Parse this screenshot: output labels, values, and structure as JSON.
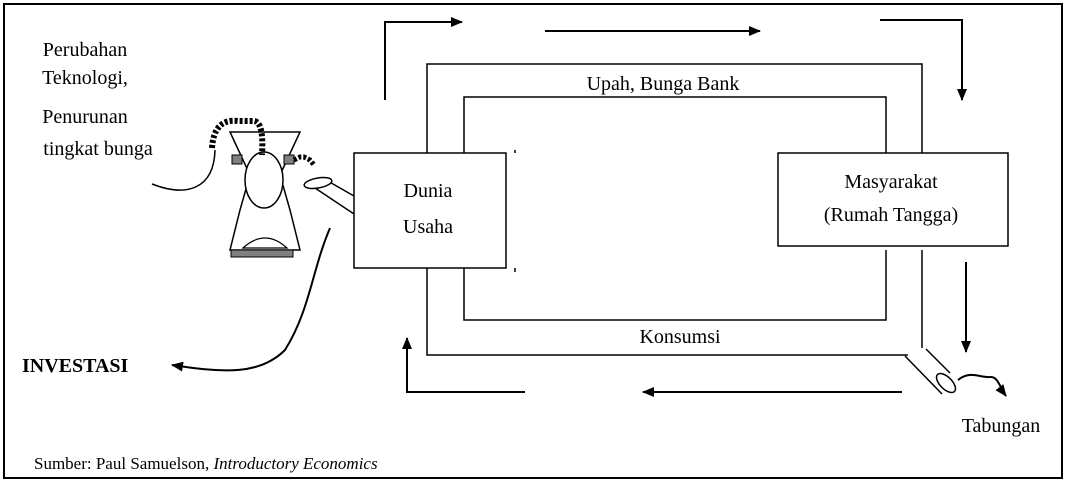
{
  "labels": {
    "tech_line1": "Perubahan",
    "tech_line2": "Teknologi,",
    "tech_line3": "Penurunan",
    "tech_line4": "tingkat bunga",
    "wages": "Upah, Bunga Bank",
    "firms_line1": "Dunia",
    "firms_line2": "Usaha",
    "households_line1": "Masyarakat",
    "households_line2": "(Rumah Tangga)",
    "consumption": "Konsumsi",
    "investment": "INVESTASI",
    "savings": "Tabungan",
    "source_prefix": "Sumber: Paul Samuelson, ",
    "source_title": "Introductory Economics"
  },
  "colors": {
    "stroke": "#000000",
    "gray_fill": "#808080",
    "background": "#ffffff"
  }
}
